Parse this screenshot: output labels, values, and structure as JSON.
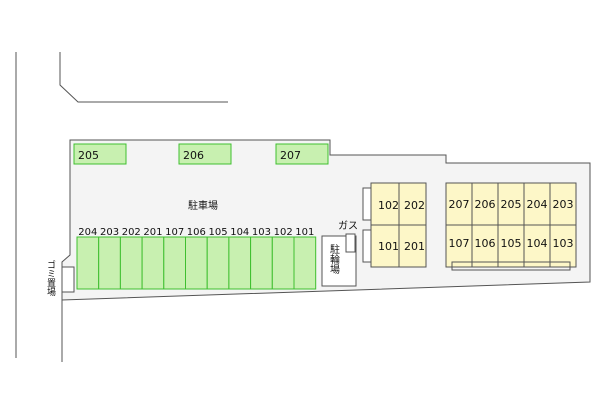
{
  "colors": {
    "parking_fill": "#c8f0b0",
    "parking_stroke": "#3fbf2f",
    "unit_fill": "#fdf7c8",
    "unit_stroke": "#555555",
    "lot_fill": "#f4f4f4",
    "line": "#555555"
  },
  "labels": {
    "parking_area": "駐車場",
    "gas": "ガス",
    "bicycle": "駐輪場",
    "garbage": "ゴミ置場"
  },
  "top_spaces": [
    "205",
    "206",
    "207"
  ],
  "row_spaces": [
    "204",
    "203",
    "202",
    "201",
    "107",
    "106",
    "105",
    "104",
    "103",
    "102",
    "101"
  ],
  "building_a": {
    "upper": [
      "102",
      "202"
    ],
    "lower": [
      "101",
      "201"
    ]
  },
  "building_b": {
    "upper": [
      "207",
      "206",
      "205",
      "204",
      "203"
    ],
    "lower": [
      "107",
      "106",
      "105",
      "104",
      "103"
    ]
  }
}
